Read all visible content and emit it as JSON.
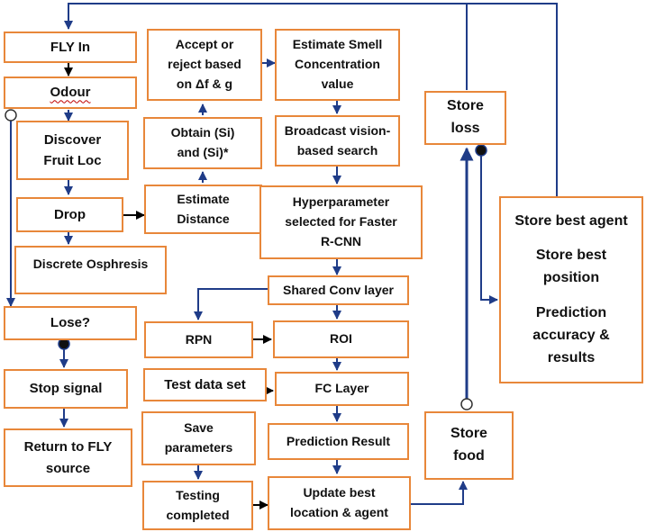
{
  "colors": {
    "box_border": "#e8873a",
    "line": "#1f3c88",
    "arrow_black": "#000000",
    "text": "#111111",
    "spellcheck_underline": "#c00000"
  },
  "nodes": {
    "fly_in": "FLY In",
    "odour": "Odour",
    "discover": [
      "Discover",
      "Fruit Loc"
    ],
    "drop": "Drop",
    "discrete": "Discrete Osphresis",
    "lose": "Lose?",
    "stop_signal": "Stop signal",
    "return_source": [
      "Return to FLY",
      "source"
    ],
    "accept_reject": [
      "Accept or",
      "reject based",
      "on Δf & g"
    ],
    "obtain": [
      "Obtain (Si)",
      "and (Si)*"
    ],
    "estimate_distance": [
      "Estimate",
      "Distance"
    ],
    "estimate_smell": [
      "Estimate Smell",
      "Concentration",
      "value"
    ],
    "broadcast": [
      "Broadcast vision-",
      "based search"
    ],
    "hyperparameter": [
      "Hyperparameter",
      "selected for Faster",
      "R-CNN"
    ],
    "shared_conv": "Shared Conv layer",
    "rpn": "RPN",
    "roi": "ROI",
    "test_data": "Test data set",
    "fc_layer": "FC Layer",
    "save_params": [
      "Save",
      "parameters"
    ],
    "prediction_result": "Prediction Result",
    "testing_completed": [
      "Testing",
      "completed"
    ],
    "update_best": [
      "Update best",
      "location & agent"
    ],
    "store_loss": [
      "Store",
      "loss"
    ],
    "store_food": [
      "Store",
      "food"
    ],
    "store_best": {
      "agent": "Store best agent",
      "position": [
        "Store best",
        "position"
      ],
      "prediction": [
        "Prediction",
        "accuracy &",
        "results"
      ]
    }
  }
}
